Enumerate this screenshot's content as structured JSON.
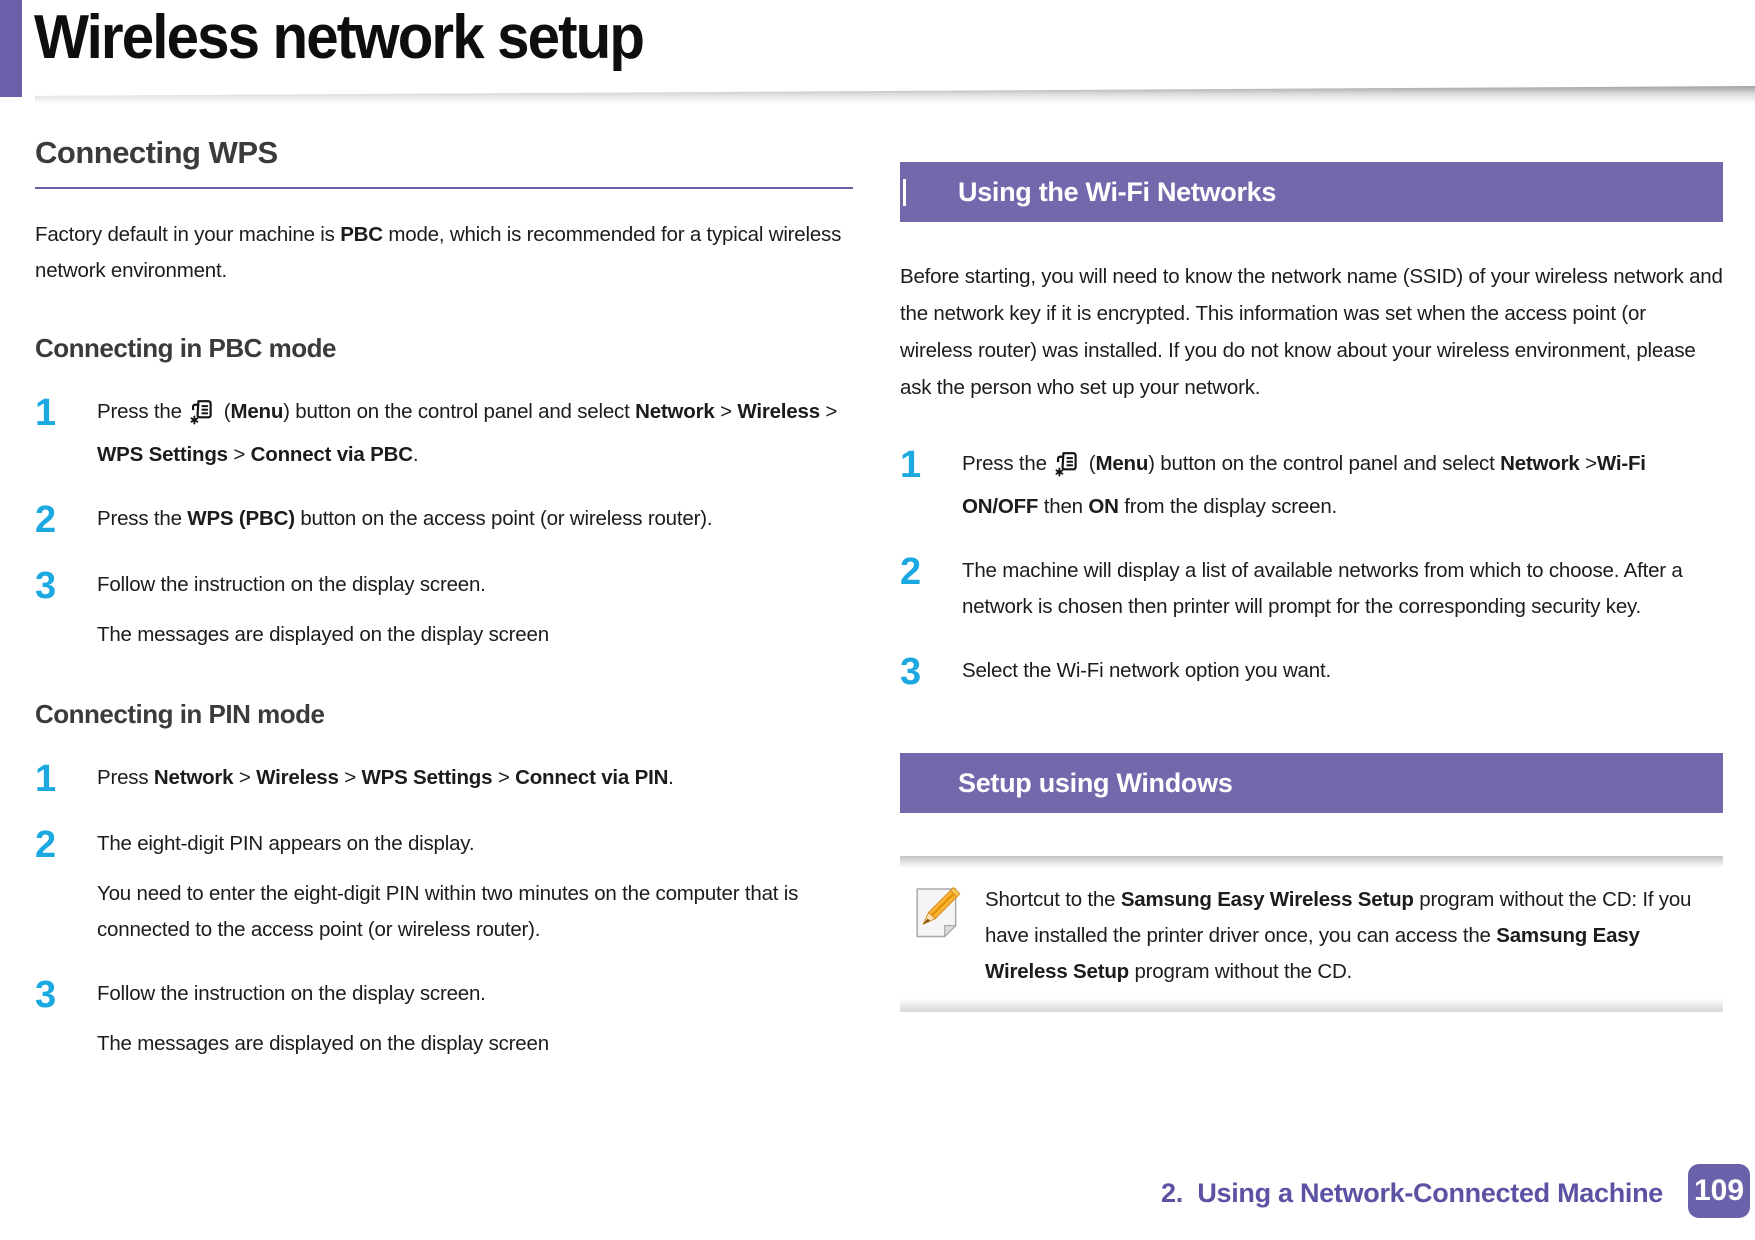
{
  "colors": {
    "accent_purple": "#6A60A9",
    "banner_purple": "#7368AC",
    "step_blue": "#1CA9E1",
    "heading_gray": "#3B3B3D",
    "footer_purple": "#5B52A3",
    "badge_purple": "#6A61AB",
    "text_black": "#1C1C1E"
  },
  "icons": {
    "menu": "menu-icon",
    "note": "pencil-note-icon"
  },
  "header": {
    "title": "Wireless network setup"
  },
  "left": {
    "section_title": "Connecting WPS",
    "intro_parts": [
      {
        "t": "Factory default in your machine is "
      },
      {
        "t": "PBC",
        "b": true
      },
      {
        "t": " mode, which is recommended for a typical wireless network environment."
      }
    ],
    "pbc": {
      "heading": "Connecting in PBC mode",
      "steps": [
        {
          "num": "1",
          "parts": [
            {
              "t": "Press the "
            },
            {
              "icon": "menu-icon"
            },
            {
              "t": " ("
            },
            {
              "t": "Menu",
              "b": true
            },
            {
              "t": ") button on the control panel and select "
            },
            {
              "t": "Network",
              "b": true
            },
            {
              "t": " > "
            },
            {
              "t": "Wireless",
              "b": true
            },
            {
              "t": " > "
            },
            {
              "t": "WPS Settings",
              "b": true
            },
            {
              "t": " > "
            },
            {
              "t": "Connect via PBC",
              "b": true
            },
            {
              "t": "."
            }
          ]
        },
        {
          "num": "2",
          "parts": [
            {
              "t": "Press the "
            },
            {
              "t": "WPS (PBC)",
              "b": true
            },
            {
              "t": " button on the access point (or wireless router)."
            }
          ]
        },
        {
          "num": "3",
          "parts": [
            {
              "t": "Follow the instruction on the display screen."
            }
          ],
          "sub": "The messages are displayed on the display screen"
        }
      ]
    },
    "pin": {
      "heading": "Connecting in PIN mode",
      "steps": [
        {
          "num": "1",
          "parts": [
            {
              "t": "Press "
            },
            {
              "t": "Network",
              "b": true
            },
            {
              "t": " > "
            },
            {
              "t": "Wireless",
              "b": true
            },
            {
              "t": "  > "
            },
            {
              "t": "WPS Settings",
              "b": true
            },
            {
              "t": " > "
            },
            {
              "t": "Connect via PIN",
              "b": true
            },
            {
              "t": "."
            }
          ]
        },
        {
          "num": "2",
          "parts": [
            {
              "t": "The eight-digit PIN appears on the display."
            }
          ],
          "sub": "You need to enter the eight-digit PIN within two minutes on the computer that is connected to the access point (or wireless router)."
        },
        {
          "num": "3",
          "parts": [
            {
              "t": "Follow the instruction on the display screen."
            }
          ],
          "sub": "The messages are displayed on the display screen"
        }
      ]
    }
  },
  "right": {
    "wifi_banner": "Using the Wi-Fi Networks",
    "wifi_intro": "Before starting, you will need to know the network name (SSID) of your wireless network and the network key if it is encrypted. This information was set when the access point (or wireless router) was installed. If you do not know about your wireless environment, please ask the person who set up your network.",
    "wifi_steps": [
      {
        "num": "1",
        "parts": [
          {
            "t": "Press the "
          },
          {
            "icon": "menu-icon"
          },
          {
            "t": " ("
          },
          {
            "t": "Menu",
            "b": true
          },
          {
            "t": ") button on the control panel and select "
          },
          {
            "t": "Network",
            "b": true
          },
          {
            "t": " >"
          },
          {
            "t": "Wi-Fi ON/OFF",
            "b": true
          },
          {
            "t": " then "
          },
          {
            "t": "ON",
            "b": true
          },
          {
            "t": " from the display screen."
          }
        ]
      },
      {
        "num": "2",
        "parts": [
          {
            "t": "The machine will display a list of available networks from which to choose. After a network is chosen then printer will prompt for the corresponding security key."
          }
        ]
      },
      {
        "num": "3",
        "parts": [
          {
            "t": "Select the Wi-Fi network option you want."
          }
        ]
      }
    ],
    "windows_banner": "Setup using Windows",
    "note_parts": [
      {
        "t": "Shortcut to the "
      },
      {
        "t": "Samsung Easy Wireless Setup",
        "b": true
      },
      {
        "t": " program without the CD: If you have installed the printer driver once, you can access the "
      },
      {
        "t": "Samsung Easy Wireless Setup",
        "b": true
      },
      {
        "t": " program without the CD."
      }
    ]
  },
  "footer": {
    "chapter": "2.  Using a Network-Connected Machine",
    "page_number": "109"
  }
}
